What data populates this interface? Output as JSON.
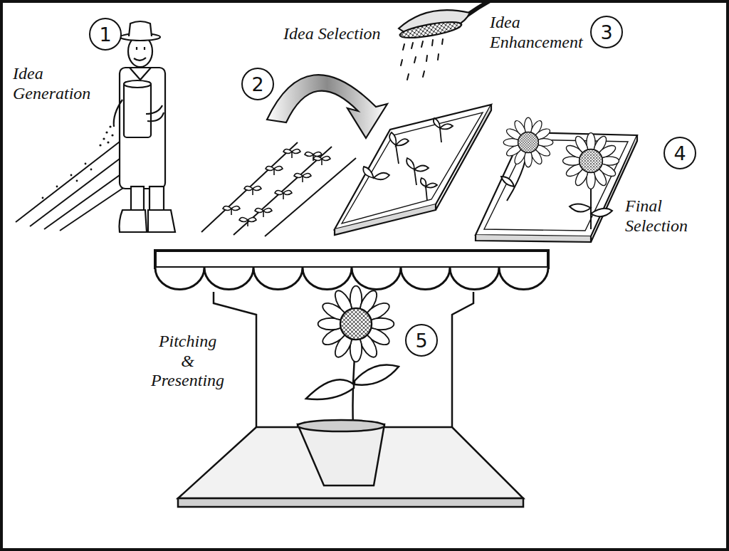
{
  "diagram": {
    "nodes": [
      {
        "text": [
          "1"
        ]
      },
      {
        "text": [
          "2"
        ]
      },
      {
        "text": [
          "3"
        ]
      },
      {
        "text": [
          "4"
        ]
      },
      {
        "text": [
          "5"
        ]
      }
    ],
    "labels": [
      "Idea Generation",
      "Idea Selection",
      "Idea Enhancement",
      "Final Selection",
      "Pitching & Presenting"
    ]
  }
}
